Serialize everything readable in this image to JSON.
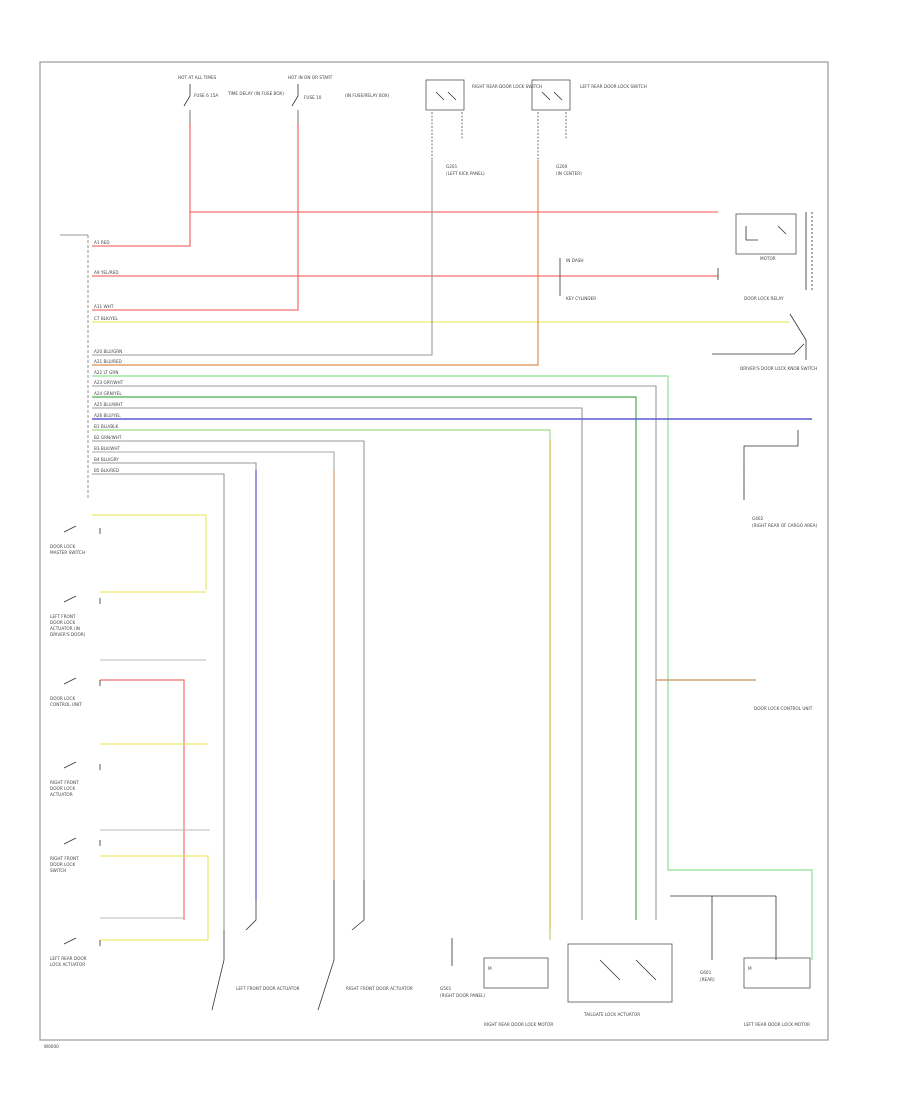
{
  "diagram": {
    "footer_code": "W0000",
    "top_components": {
      "hot_feed_1": "HOT AT ALL TIMES",
      "fuse_1": "FUSE 6 15A",
      "fuse_1_desc": "TIME DELAY (IN FUSE BOX)",
      "hot_feed_2": "HOT IN ON OR START",
      "fuse_2": "FUSE 10",
      "fuse_2_desc": "(IN FUSE/RELAY BOX)",
      "right_switch": "RIGHT REAR DOOR LOCK SWITCH",
      "right_ground": "G201",
      "right_ground_desc": "(LEFT KICK PANEL)",
      "left_switch": "LEFT REAR DOOR LOCK SWITCH",
      "left_ground": "G200",
      "left_ground_desc": "(IN CENTER)"
    },
    "wires": [
      {
        "name": "wire-red-1",
        "pin": "A1",
        "label": "RED",
        "color": "#f25c5c"
      },
      {
        "name": "wire-red-2",
        "pin": "A9",
        "label": "YEL/RED",
        "color": "#f25c5c"
      },
      {
        "name": "wire-red-3",
        "pin": "A11",
        "label": "WHT",
        "color": "#f25c5c"
      },
      {
        "name": "wire-yel",
        "pin": "C7",
        "label": "BLK/YEL",
        "color": "#e8e860"
      },
      {
        "name": "wire-gry-1",
        "pin": "A20",
        "label": "BLU/GRN",
        "color": "#8a8a8a"
      },
      {
        "name": "wire-orn",
        "pin": "A21",
        "label": "BLU/RED",
        "color": "#d98a4a"
      },
      {
        "name": "wire-grn-1",
        "pin": "A22",
        "label": "LT GRN",
        "color": "#7ad67a"
      },
      {
        "name": "wire-gry-2",
        "pin": "A23",
        "label": "GRY/WHT",
        "color": "#8a8a8a"
      },
      {
        "name": "wire-grn-2",
        "pin": "A24",
        "label": "GRN/YEL",
        "color": "#4caa4c"
      },
      {
        "name": "wire-gry-3",
        "pin": "A25",
        "label": "BLU/WHT",
        "color": "#8a8a8a"
      },
      {
        "name": "wire-blu",
        "pin": "A26",
        "label": "BLU/YEL",
        "color": "#5a5ac8"
      },
      {
        "name": "wire-gry-4",
        "pin": "B1",
        "label": "BLU/BLK",
        "color": "#8a8a8a"
      },
      {
        "name": "wire-grn-3",
        "pin": "B2",
        "label": "GRN/WHT",
        "color": "#8fd68f"
      },
      {
        "name": "wire-gry-5",
        "pin": "B3",
        "label": "BLK/WHT",
        "color": "#8a8a8a"
      },
      {
        "name": "wire-gry-6",
        "pin": "B4",
        "label": "BLU/GRY",
        "color": "#8a8a8a"
      },
      {
        "name": "wire-gry-7",
        "pin": "B5",
        "label": "BLK/RED",
        "color": "#8a8a8a"
      }
    ],
    "right_components": {
      "relay": "DOOR LOCK RELAY",
      "motor": "MOTOR",
      "key_cylinder": "KEY CYLINDER",
      "right_switch_2": "DRIVER'S DOOR LOCK KNOB SWITCH",
      "ground_g": "G402",
      "ground_g_desc": "(RIGHT REAR OF CARGO AREA)",
      "connector_note": "IN DASH"
    },
    "left_switches": [
      "DOOR LOCK MASTER SWITCH",
      "LEFT FRONT DOOR LOCK ACTUATOR (IN DRIVER'S DOOR)",
      "DOOR LOCK CONTROL UNIT",
      "RIGHT FRONT DOOR LOCK ACTUATOR",
      "RIGHT FRONT DOOR LOCK SWITCH",
      "LEFT REAR DOOR LOCK ACTUATOR"
    ],
    "bottom_components": {
      "lf_actuator": "LEFT FRONT DOOR ACTUATOR",
      "rf_actuator": "RIGHT FRONT DOOR ACTUATOR",
      "g1": "G501",
      "g1_desc": "(RIGHT DOOR PANEL)",
      "rr_motor": "RIGHT REAR DOOR LOCK MOTOR",
      "tailgate": "TAILGATE LOCK ACTUATOR",
      "g2": "G601",
      "g2_desc": "(REAR)",
      "lr_motor": "LEFT REAR DOOR LOCK MOTOR"
    },
    "brand_note": "DOOR LOCK CONTROL UNIT"
  }
}
